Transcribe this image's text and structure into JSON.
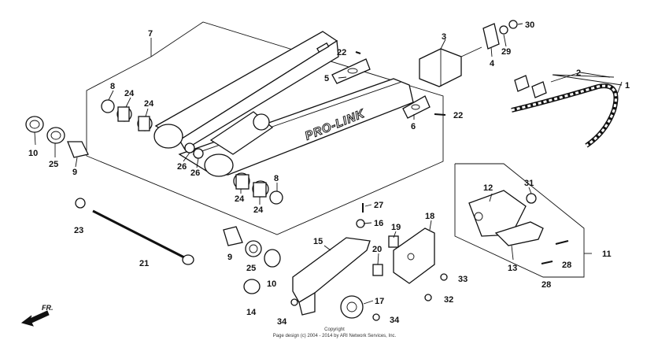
{
  "diagram": {
    "brand_text": "PRO-LINK",
    "direction_label": "FR.",
    "copyright_line1": "Copyright",
    "copyright_line2": "Page design (c) 2004 - 2014 by ARI Network Services, Inc.",
    "callouts": [
      {
        "id": "c1",
        "text": "1"
      },
      {
        "id": "c2",
        "text": "2"
      },
      {
        "id": "c3",
        "text": "3"
      },
      {
        "id": "c4",
        "text": "4"
      },
      {
        "id": "c5",
        "text": "5"
      },
      {
        "id": "c6",
        "text": "6"
      },
      {
        "id": "c7",
        "text": "7"
      },
      {
        "id": "c8a",
        "text": "8"
      },
      {
        "id": "c8b",
        "text": "8"
      },
      {
        "id": "c9a",
        "text": "9"
      },
      {
        "id": "c9b",
        "text": "9"
      },
      {
        "id": "c10a",
        "text": "10"
      },
      {
        "id": "c10b",
        "text": "10"
      },
      {
        "id": "c11",
        "text": "11"
      },
      {
        "id": "c12",
        "text": "12"
      },
      {
        "id": "c13",
        "text": "13"
      },
      {
        "id": "c14",
        "text": "14"
      },
      {
        "id": "c15",
        "text": "15"
      },
      {
        "id": "c16",
        "text": "16"
      },
      {
        "id": "c17",
        "text": "17"
      },
      {
        "id": "c18",
        "text": "18"
      },
      {
        "id": "c19",
        "text": "19"
      },
      {
        "id": "c20",
        "text": "20"
      },
      {
        "id": "c21",
        "text": "21"
      },
      {
        "id": "c22a",
        "text": "22"
      },
      {
        "id": "c22b",
        "text": "22"
      },
      {
        "id": "c23",
        "text": "23"
      },
      {
        "id": "c24a",
        "text": "24"
      },
      {
        "id": "c24b",
        "text": "24"
      },
      {
        "id": "c24c",
        "text": "24"
      },
      {
        "id": "c24d",
        "text": "24"
      },
      {
        "id": "c25a",
        "text": "25"
      },
      {
        "id": "c25b",
        "text": "25"
      },
      {
        "id": "c26a",
        "text": "26"
      },
      {
        "id": "c26b",
        "text": "26"
      },
      {
        "id": "c27",
        "text": "27"
      },
      {
        "id": "c28a",
        "text": "28"
      },
      {
        "id": "c28b",
        "text": "28"
      },
      {
        "id": "c29",
        "text": "29"
      },
      {
        "id": "c30",
        "text": "30"
      },
      {
        "id": "c31",
        "text": "31"
      },
      {
        "id": "c32",
        "text": "32"
      },
      {
        "id": "c33",
        "text": "33"
      },
      {
        "id": "c34a",
        "text": "34"
      },
      {
        "id": "c34b",
        "text": "34"
      }
    ]
  }
}
